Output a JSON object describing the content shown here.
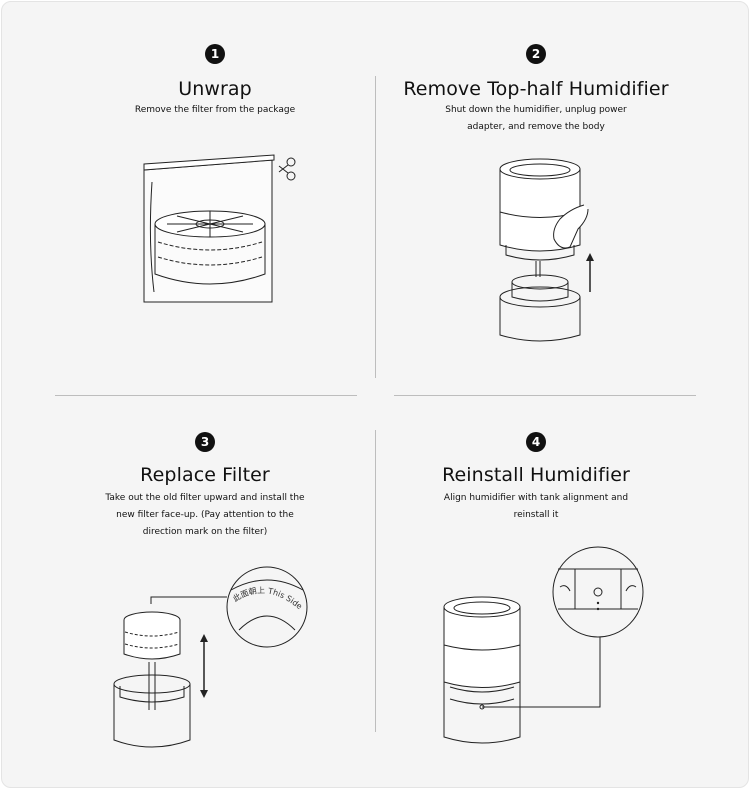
{
  "steps": [
    {
      "number": "1",
      "title": "Unwrap",
      "description": [
        "Remove the filter from the package"
      ]
    },
    {
      "number": "2",
      "title": "Remove Top-half Humidifier",
      "description": [
        "Shut down the humidifier, unplug power",
        "adapter, and remove the body"
      ]
    },
    {
      "number": "3",
      "title": "Replace Filter",
      "description": [
        "Take out the old filter upward and install the",
        "new filter face-up. (Pay attention to the",
        "direction mark on the filter)"
      ],
      "filter_mark": "此面朝上  This Side Up"
    },
    {
      "number": "4",
      "title": "Reinstall Humidifier",
      "description": [
        "Align humidifier with tank alignment and",
        "reinstall it"
      ]
    }
  ]
}
